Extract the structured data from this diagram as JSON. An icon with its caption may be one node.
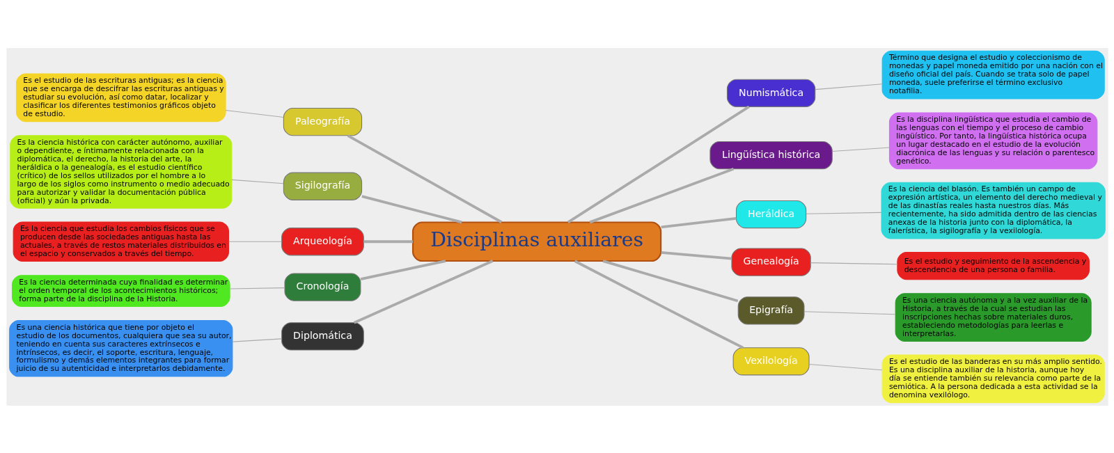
{
  "diagram": {
    "nodes": [
      {
        "text": [
          "Disciplinas auxiliares"
        ]
      },
      {
        "text": [
          "Paleografía"
        ]
      },
      {
        "text": [
          "Es el estudio de las escrituras antiguas; es la ciencia que se encarga de descifrar las escrituras antiguas y estudiar su evolución, así como datar, localizar y clasificar los diferentes testimonios gráficos objeto de estudio."
        ]
      },
      {
        "text": [
          "Sigilografía"
        ]
      },
      {
        "text": [
          "Es la ciencia histórica con carácter autónomo, auxiliar o dependiente, e íntimamente relacionada con la diplomática, el derecho, la historia del arte, la heráldica o la genealogía, es el estudio científico (crítico) de los sellos utilizados por el hombre a lo largo de los siglos como instrumento o medio adecuado para autorizar y validar la documentación pública (oficial) y aún la privada."
        ]
      },
      {
        "text": [
          "Arqueología"
        ]
      },
      {
        "text": [
          "Es la ciencia que estudia los cambios físicos que se producen desde las sociedades antiguas hasta las actuales, a través de restos materiales distribuidos en el espacio y conservados a través del tiempo."
        ]
      },
      {
        "text": [
          "Cronología"
        ]
      },
      {
        "text": [
          "Es la ciencia determinada cuya finalidad es determinar el orden temporal de los acontecimientos históricos; forma parte de la disciplina de la Historia."
        ]
      },
      {
        "text": [
          "Diplomática"
        ]
      },
      {
        "text": [
          "Es una ciencia histórica que tiene por objeto el estudio de los documentos, cualquiera que sea su autor, teniendo en cuenta sus caracteres extrínsecos e intrínsecos, es decir, el soporte, escritura, lenguaje, formulismo y demás elementos integrantes para formar juicio de su autenticidad e interpretarlos debidamente."
        ]
      },
      {
        "text": [
          "Numismática"
        ]
      },
      {
        "text": [
          "Término que designa el estudio y coleccionismo de monedas y papel moneda emitido por una nación con el diseño oficial del país. Cuando se trata solo de papel moneda, suele preferirse el término exclusivo notafilia."
        ]
      },
      {
        "text": [
          "Lingüística histórica"
        ]
      },
      {
        "text": [
          "Es la disciplina lingüística que estudia el cambio de las lenguas con el tiempo y el proceso de cambio lingüístico. Por tanto, la lingüística histórica ocupa un lugar destacado en el estudio de la evolución diacrónica de las lenguas y su relación o parentesco genético."
        ]
      },
      {
        "text": [
          "Heráldica"
        ]
      },
      {
        "text": [
          "Es la ciencia del blasón. Es también un campo de expresión artística, un elemento del derecho medieval y de las dinastías reales hasta nuestros días. Más recientemente, ha sido admitida dentro de las ciencias anexas de la historia junto con la diplomática, la falerística, la sigilografía y la vexilología."
        ]
      },
      {
        "text": [
          "Genealogía"
        ]
      },
      {
        "text": [
          "Es el estudio y seguimiento de la ascendencia y descendencia de una persona o familia."
        ]
      },
      {
        "text": [
          "Epigrafía"
        ]
      },
      {
        "text": [
          "Es una ciencia autónoma y a la vez auxiliar de la Historia, a través de la cual se estudian las inscripciones hechas sobre materiales duros, estableciendo metodologías para leerlas e interpretarlas."
        ]
      },
      {
        "text": [
          "Vexilología"
        ]
      },
      {
        "text": [
          "Es el estudio de las banderas en su más amplio sentido. Es una disciplina auxiliar de la historia, aunque hoy día se entiende también su relevancia como parte de la semiótica. A la persona dedicada a esta actividad se la denomina vexilólogo."
        ]
      }
    ],
    "edges": [
      {
        "from": 2,
        "to": 1,
        "arrow": "none"
      },
      {
        "from": 1,
        "to": 0,
        "arrow": "none",
        "style": "thick"
      },
      {
        "from": 4,
        "to": 3,
        "arrow": "none"
      },
      {
        "from": 3,
        "to": 0,
        "arrow": "none",
        "style": "thick"
      },
      {
        "from": 6,
        "to": 5,
        "arrow": "none"
      },
      {
        "from": 5,
        "to": 0,
        "arrow": "none",
        "style": "thick"
      },
      {
        "from": 8,
        "to": 7,
        "arrow": "none"
      },
      {
        "from": 7,
        "to": 0,
        "arrow": "none",
        "style": "thick"
      },
      {
        "from": 10,
        "to": 9,
        "arrow": "none"
      },
      {
        "from": 9,
        "to": 0,
        "arrow": "none",
        "style": "thick"
      },
      {
        "from": 0,
        "to": 11,
        "arrow": "none",
        "style": "thick"
      },
      {
        "from": 11,
        "to": 12,
        "arrow": "none"
      },
      {
        "from": 0,
        "to": 13,
        "arrow": "none",
        "style": "thick"
      },
      {
        "from": 13,
        "to": 14,
        "arrow": "none"
      },
      {
        "from": 0,
        "to": 15,
        "arrow": "none",
        "style": "thick"
      },
      {
        "from": 15,
        "to": 16,
        "arrow": "none"
      },
      {
        "from": 0,
        "to": 17,
        "arrow": "none",
        "style": "thick"
      },
      {
        "from": 17,
        "to": 18,
        "arrow": "none"
      },
      {
        "from": 0,
        "to": 19,
        "arrow": "none",
        "style": "thick"
      },
      {
        "from": 19,
        "to": 20,
        "arrow": "none"
      },
      {
        "from": 0,
        "to": 21,
        "arrow": "none",
        "style": "thick"
      },
      {
        "from": 21,
        "to": 22,
        "arrow": "none"
      }
    ]
  }
}
